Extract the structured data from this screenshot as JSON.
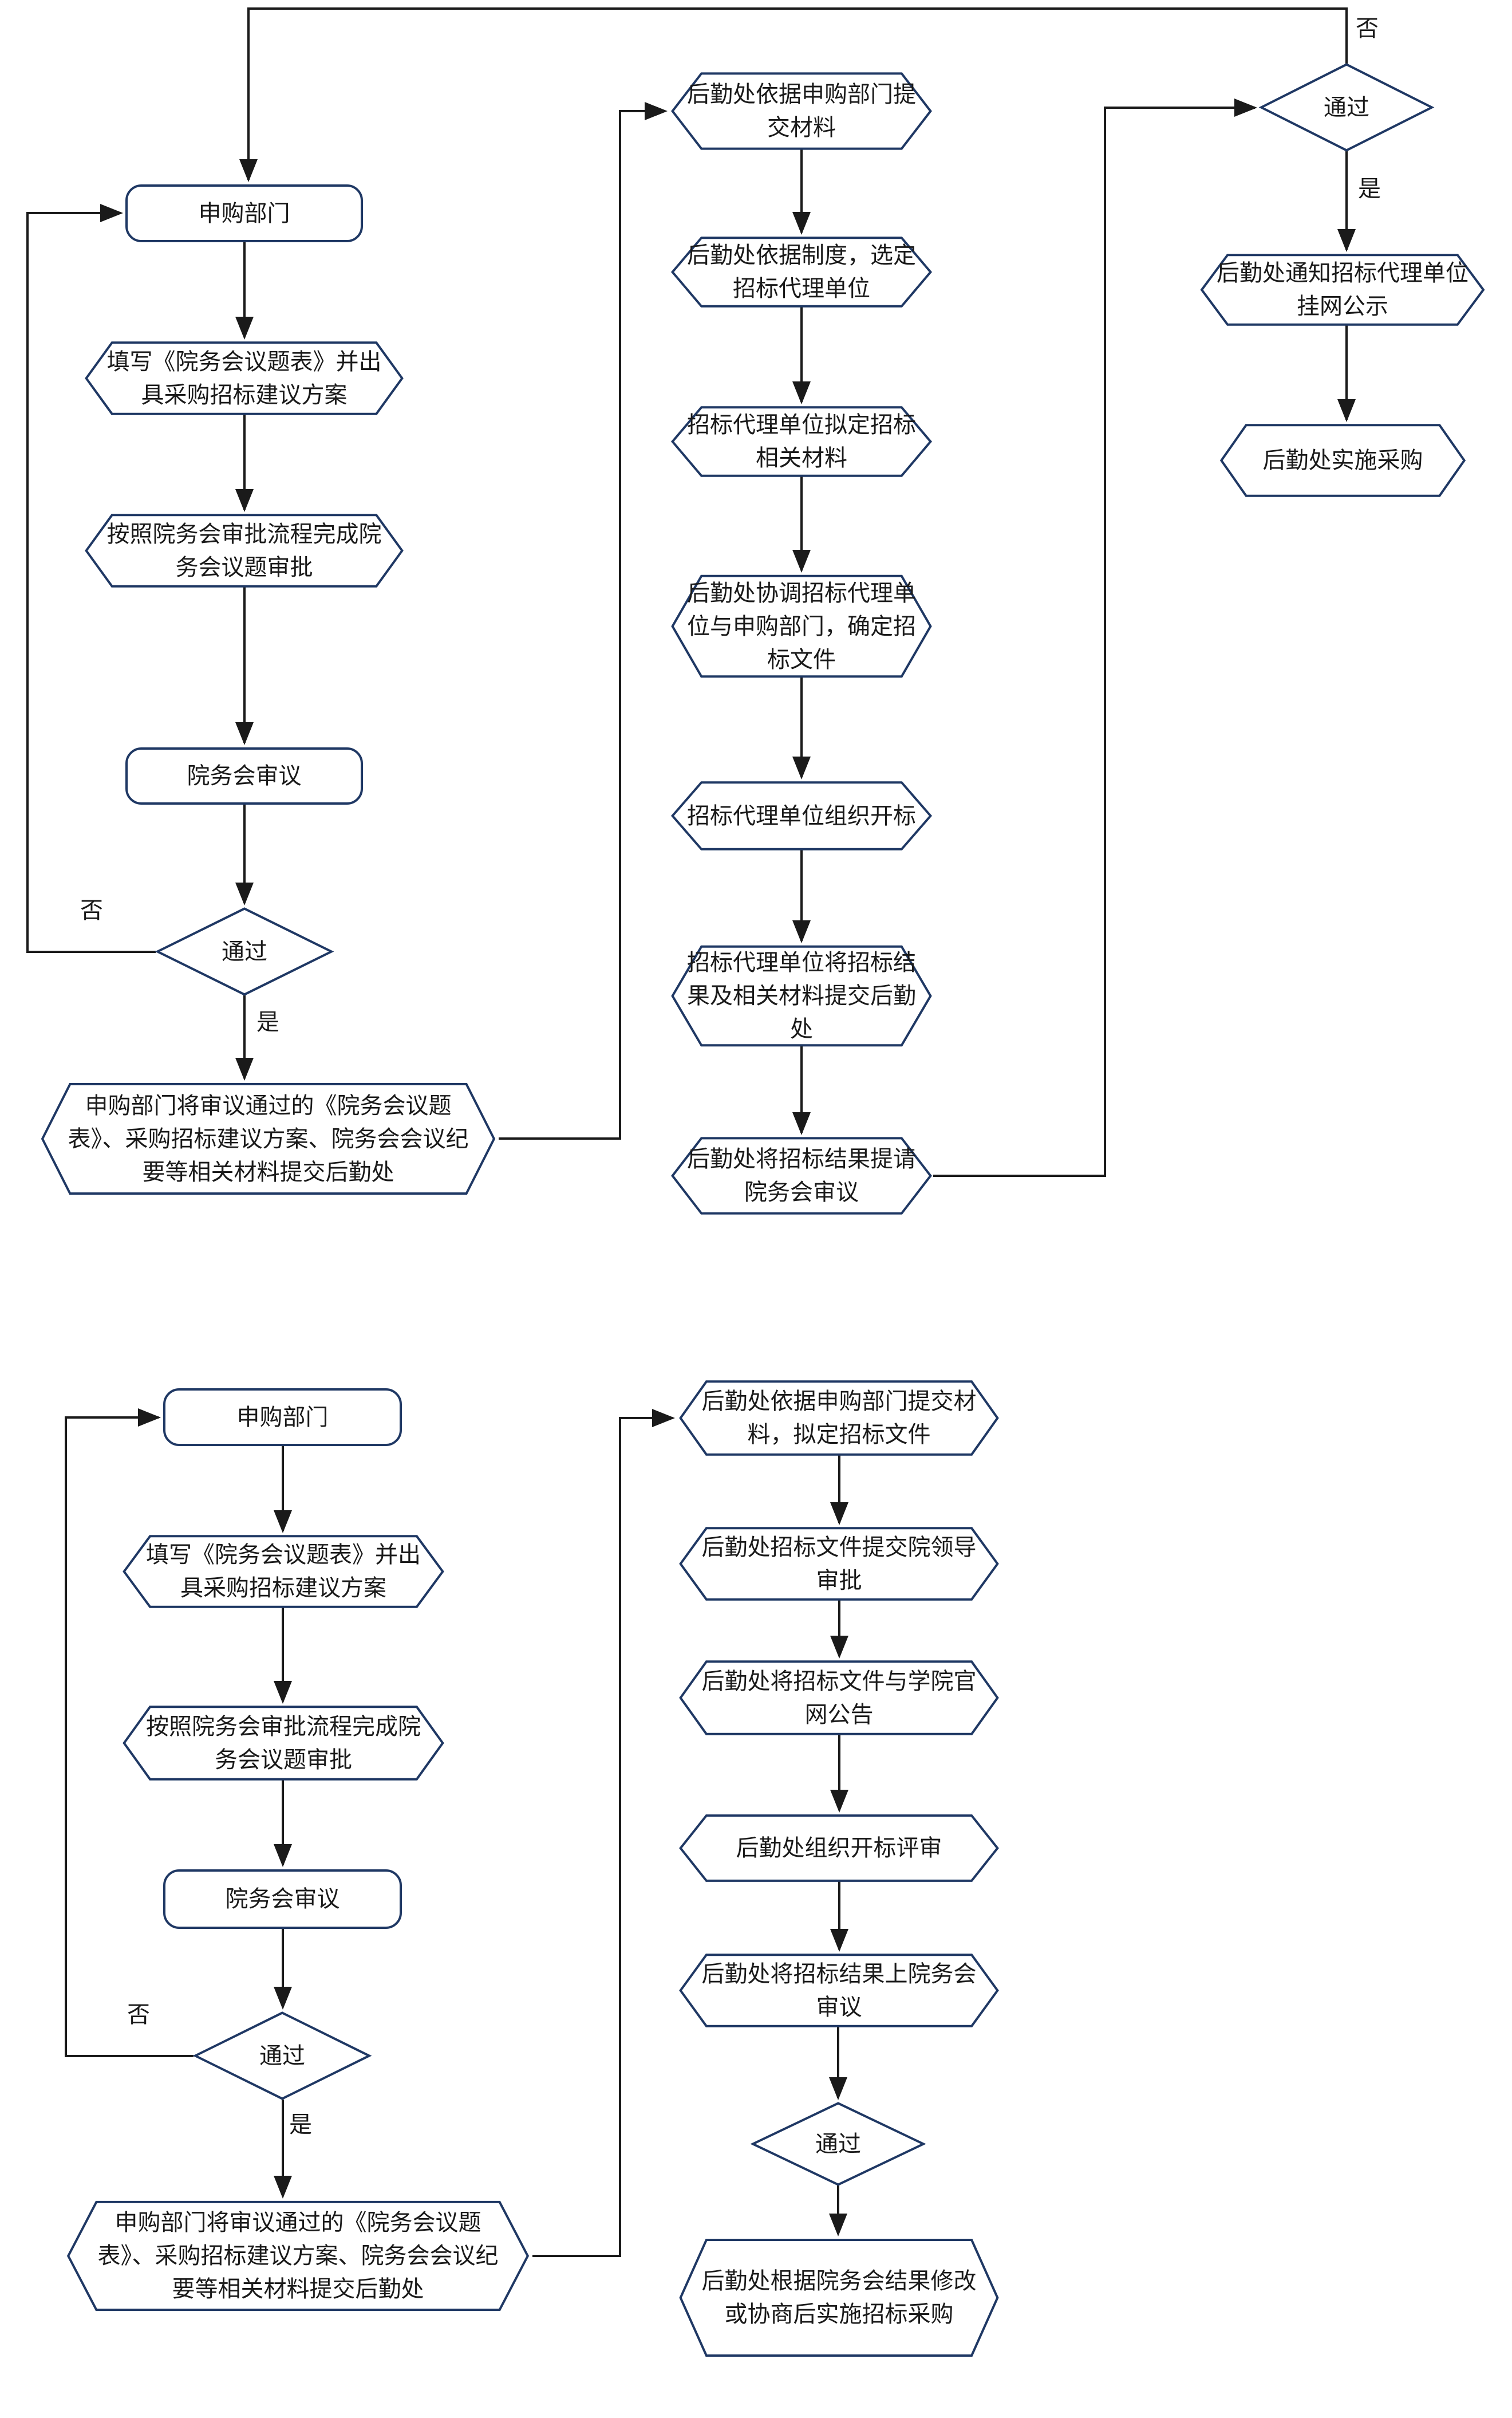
{
  "diagram": {
    "colors": {
      "shape_border": "#1f3864",
      "connector": "#1a1a1a",
      "text": "#1a1a1a",
      "background": "#ffffff"
    },
    "chart1": {
      "left": {
        "requisition_dept": "申购部门",
        "fill_form": "填写《院务会议题表》并出具采购招标建议方案",
        "approval_process": "按照院务会审批流程完成院务会议题审批",
        "council_review": "院务会审议",
        "pass_decision": "通过",
        "no_label": "否",
        "yes_label": "是",
        "submit_materials": "申购部门将审议通过的《院务会议题表》、采购招标建议方案、院务会会议纪要等相关材料提交后勤处"
      },
      "middle": {
        "receive_materials": "后勤处依据申购部门提交材料",
        "select_agency": "后勤处依据制度，选定招标代理单位",
        "agency_prepare_materials": "招标代理单位拟定招标相关材料",
        "coordinate_bid_docs": "后勤处协调招标代理单位与申购部门，确定招标文件",
        "organize_bid_opening": "招标代理单位组织开标",
        "agency_submit_results": "招标代理单位将招标结果及相关材料提交后勤处",
        "submit_results_to_council": "后勤处将招标结果提请院务会审议"
      },
      "right": {
        "pass_decision": "通过",
        "no_label": "否",
        "yes_label": "是",
        "notify_agency_publicity": "后勤处通知招标代理单位挂网公示",
        "implement_procurement": "后勤处实施采购"
      }
    },
    "chart2": {
      "left": {
        "requisition_dept": "申购部门",
        "fill_form": "填写《院务会议题表》并出具采购招标建议方案",
        "approval_process": "按照院务会审批流程完成院务会议题审批",
        "council_review": "院务会审议",
        "pass_decision": "通过",
        "no_label": "否",
        "yes_label": "是",
        "submit_materials": "申购部门将审议通过的《院务会议题表》、采购招标建议方案、院务会会议纪要等相关材料提交后勤处"
      },
      "right": {
        "prepare_bid_docs": "后勤处依据申购部门提交材料，拟定招标文件",
        "submit_to_leaders": "后勤处招标文件提交院领导审批",
        "publish_on_website": "后勤处将招标文件与学院官网公告",
        "organize_evaluation": "后勤处组织开标评审",
        "results_to_council": "后勤处将招标结果上院务会审议",
        "pass_decision": "通过",
        "implement_after_revision": "后勤处根据院务会结果修改或协商后实施招标采购"
      }
    }
  }
}
